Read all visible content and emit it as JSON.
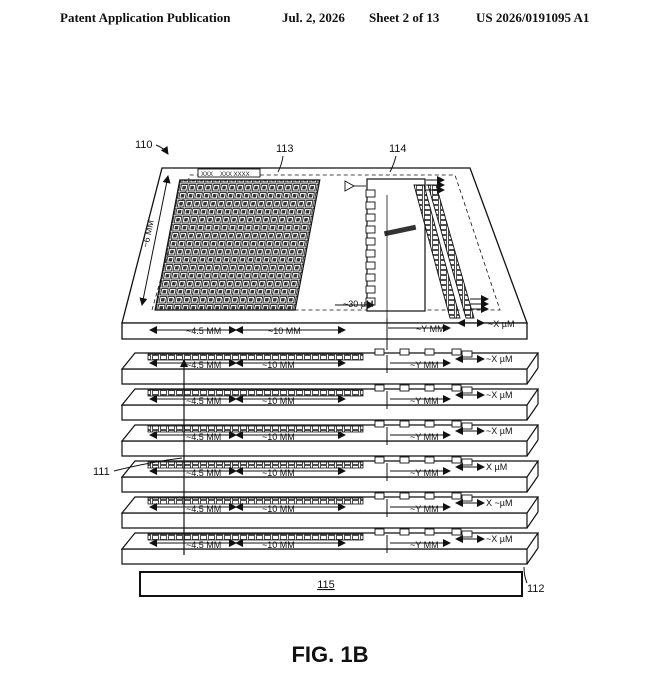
{
  "header": {
    "publication": "Patent Application Publication",
    "date": "Jul. 2, 2026",
    "sheet": "Sheet 2 of 13",
    "number": "US 2026/0191095 A1"
  },
  "figure": {
    "caption": "FIG. 1B",
    "refs": {
      "device": "110",
      "array": "113",
      "periphery": "114",
      "via": "111",
      "stack": "112",
      "base": "115"
    },
    "top_chip": {
      "height_dim": "~6 MM",
      "bit_label": "XXX XXXX",
      "bit_short": "XXX",
      "gap_dim": "~30 µM",
      "dims": [
        "~4.5 MM",
        "~10 MM",
        "~Y MM",
        "~X µM"
      ]
    },
    "layers": [
      {
        "dims": [
          "~4.5 MM",
          "~10 MM",
          "~Y MM",
          "~X µM"
        ]
      },
      {
        "dims": [
          "~4.5 MM",
          "~10 MM",
          "~Y MM",
          "X ~µM"
        ]
      },
      {
        "dims": [
          "~4.5 MM",
          "~10 MM",
          "~Y MM",
          "X µM"
        ]
      },
      {
        "dims": [
          "~4.5 MM",
          "~10 MM",
          "~Y MM",
          "~X µM"
        ]
      },
      {
        "dims": [
          "~4.5 MM",
          "~10 MM",
          "~Y MM",
          "~X µM"
        ]
      },
      {
        "dims": [
          "~4.5 MM",
          "~10 MM",
          "~Y MM",
          "~X µM"
        ]
      }
    ]
  }
}
